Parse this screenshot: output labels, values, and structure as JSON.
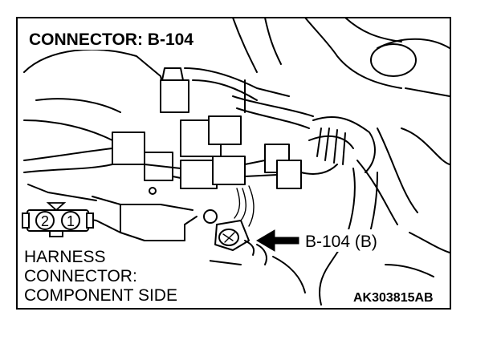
{
  "diagram": {
    "title": "CONNECTOR: B-104",
    "callout": "B-104 (B)",
    "harness_label": [
      "HARNESS",
      "CONNECTOR:",
      "COMPONENT SIDE"
    ],
    "pins": [
      "2",
      "1"
    ],
    "figure_code": "AK303815AB"
  }
}
